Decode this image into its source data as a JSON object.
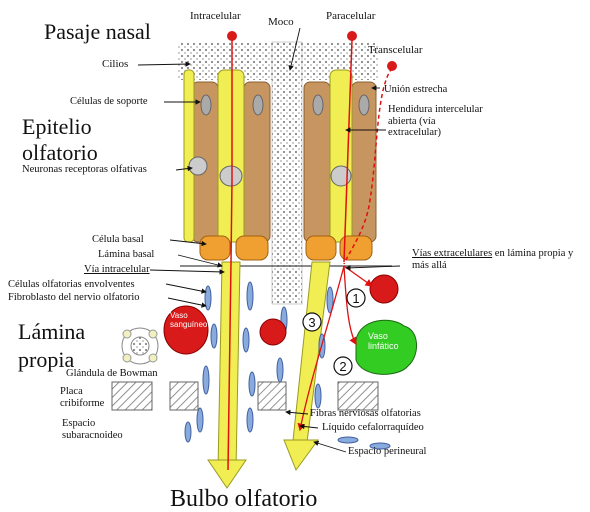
{
  "regions": {
    "nasal": "Pasaje nasal",
    "epithelium": "Epitelio olfatorio",
    "lamina": "Lámina propia",
    "bulb": "Bulbo olfatorio"
  },
  "pathways": {
    "intracellular_top": "Intracelular",
    "paracellular_top": "Paracelular",
    "transcellular": "Transcelular",
    "mucus": "Moco"
  },
  "labels": {
    "cilia": "Cilios",
    "support_cells": "Células de soporte",
    "receptor_neurons": "Neuronas receptoras olfativas",
    "basal_cell": "Célula basal",
    "basal_lamina": "Lámina basal",
    "intracellular_route": "Vía intracelular",
    "ensheathing_cells": "Células olfatorias envolventes",
    "nerve_fibroblast": "Fibroblasto del nervio olfatorio",
    "blood_vessel": "Vaso sanguíneo",
    "bowman_gland": "Glándula de Bowman",
    "cribriform_plate": "Placa cribiforme",
    "subarachnoid_space": "Espacio subaracnoideo",
    "tight_junction": "Unión estrecha",
    "intercellular_cleft": "Hendidura intercelular abierta (vía extracelular)",
    "extracellular_routes": "Vías extracelulares",
    "extracellular_routes_rest": "en lámina propia y más allá",
    "lymph_vessel": "Vaso linfático",
    "nerve_fibers": "Fibras nerviosas olfatorias",
    "csf": "Líquido cefalorraquídeo",
    "perineural_space": "Espacio perineural",
    "route_1": "1",
    "route_2": "2",
    "route_3": "3"
  },
  "colors": {
    "support_cell": "#c7955f",
    "neuron": "#f0ee52",
    "basal_cell": "#f0a030",
    "route": "#e01010",
    "vessel": "#d81a1a",
    "lymph": "#33cc22",
    "fiber": "#88aadd"
  }
}
